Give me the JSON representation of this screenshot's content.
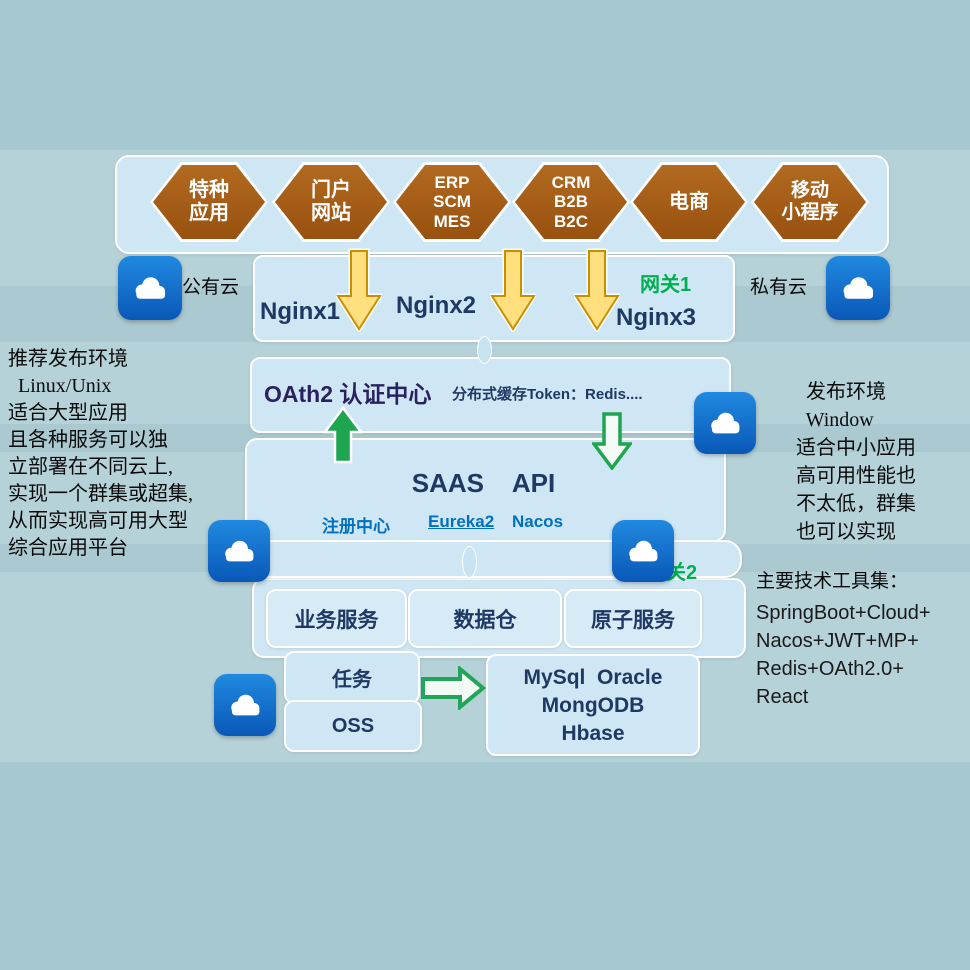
{
  "app_layer": {
    "hexagons": [
      {
        "lines": [
          "特种",
          "应用"
        ]
      },
      {
        "lines": [
          "门户",
          "网站"
        ]
      },
      {
        "lines": [
          "ERP",
          "SCM",
          "MES"
        ]
      },
      {
        "lines": [
          "CRM",
          "B2B",
          "B2C"
        ]
      },
      {
        "lines": [
          "电商"
        ]
      },
      {
        "lines": [
          "移动",
          "小程序"
        ]
      }
    ]
  },
  "gateway_layer": {
    "public_cloud": "公有云",
    "private_cloud": "私有云",
    "gateway1": "网关1",
    "nginx1": "Nginx1",
    "nginx2": "Nginx2",
    "nginx3": "Nginx3"
  },
  "auth_layer": {
    "title": "OAth2 认证中心",
    "cache": "分布式缓存Token：Redis...."
  },
  "saas_layer": {
    "title": "SAAS    API",
    "registry": "注册中心",
    "eureka": "Eureka2",
    "nacos": "Nacos",
    "gateway2": "网关2"
  },
  "service_layer": {
    "business": "业务服务",
    "warehouse": "数据仓",
    "atomic": "原子服务"
  },
  "storage_layer": {
    "task": "任务",
    "oss": "OSS",
    "db_lines": [
      "MySql  Oracle",
      "MongODB",
      "Hbase"
    ]
  },
  "left_note": {
    "lines": [
      "推荐发布环境",
      "  Linux/Unix",
      "适合大型应用",
      "且各种服务可以独",
      "立部署在不同云上,",
      "实现一个群集或超集,",
      "从而实现高可用大型",
      "综合应用平台"
    ]
  },
  "right_note": {
    "lines": [
      "  发布环境",
      "  Window",
      "适合中小应用",
      "高可用性能也",
      "不太低，群集",
      "也可以实现"
    ]
  },
  "tech_note": {
    "title": "主要技术工具集：",
    "lines": [
      "SpringBoot+Cloud+",
      "Nacos+JWT+MP+",
      "Redis+OAth2.0+",
      "React"
    ]
  },
  "colors": {
    "background": "#a6c8d1",
    "panel_blue": "#cfe7f4",
    "hex_brown": "#a8621c",
    "navy": "#1f3864",
    "green": "#00b050",
    "link_blue": "#0070c0",
    "cloud_blue": "#0d5cb8",
    "arrow_gold": "#ffd24d",
    "auth_purple": "#2b2161"
  }
}
